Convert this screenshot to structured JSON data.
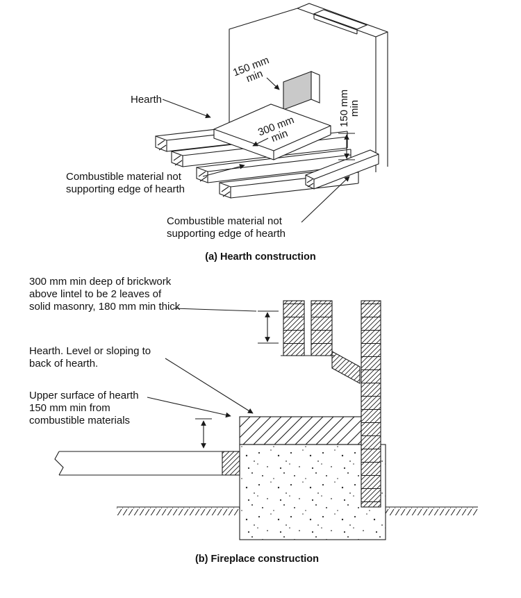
{
  "figure_a": {
    "caption": "(a) Hearth construction",
    "hearth_label": "Hearth",
    "dim_150_side": {
      "line1": "150 mm",
      "line2": "min"
    },
    "dim_300": {
      "line1": "300 mm",
      "line2": "min"
    },
    "dim_150_right": {
      "line1": "150 mm",
      "line2": "min"
    },
    "combustible_note_1": {
      "line1": "Combustible material not",
      "line2": "supporting edge of hearth"
    },
    "combustible_note_2": {
      "line1": "Combustible material not",
      "line2": "supporting edge of hearth"
    }
  },
  "figure_b": {
    "caption": "(b) Fireplace construction",
    "brickwork_note": {
      "line1": "300 mm min deep of brickwork",
      "line2": "above lintel to be 2 leaves of",
      "line3": "solid masonry, 180 mm min thick"
    },
    "hearth_note": {
      "line1": "Hearth. Level or sloping to",
      "line2": "back of hearth."
    },
    "surface_note": {
      "line1": "Upper surface of hearth",
      "line2": "150 mm min from",
      "line3": "combustible materials"
    }
  },
  "colors": {
    "line": "#1a1a1a",
    "opening_shade": "#c9c9c9"
  }
}
